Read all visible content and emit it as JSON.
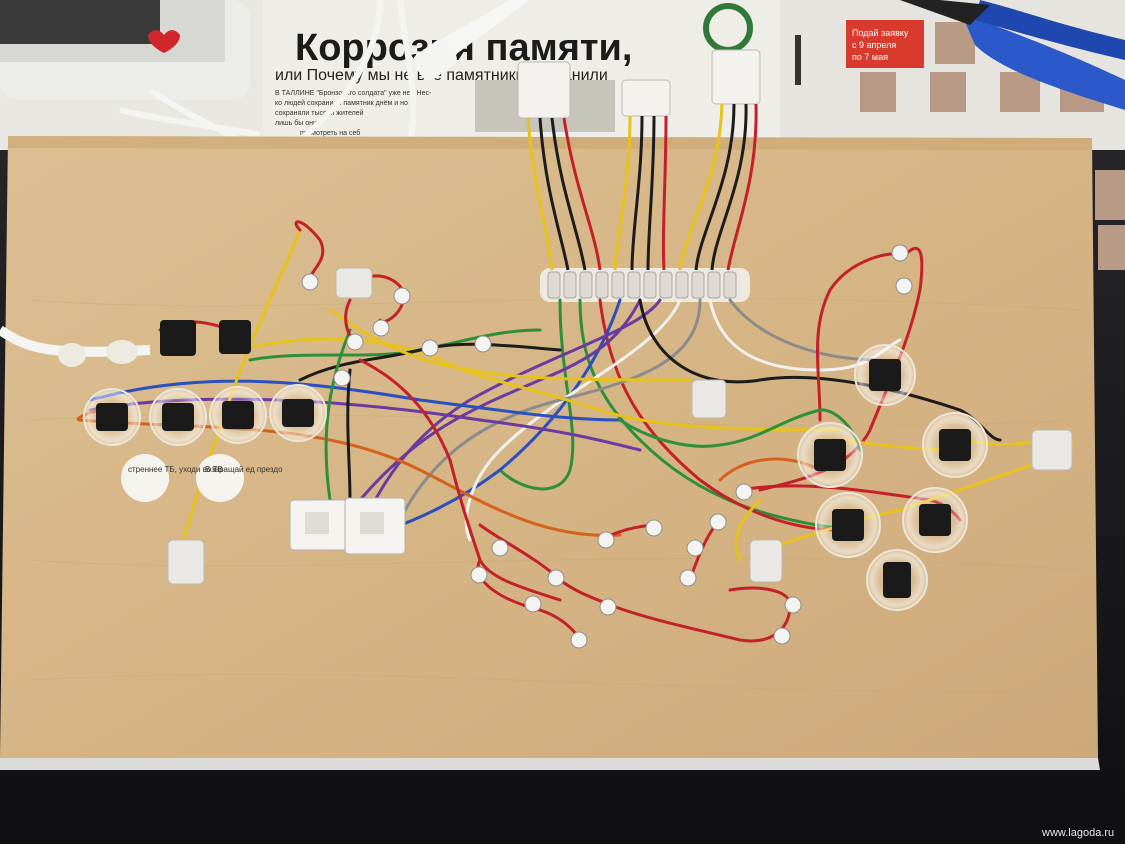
{
  "photo": {
    "subject": "plywood board with arcade buttons and wiring",
    "watermark": "www.lagoda.ru"
  },
  "newspaper": {
    "headline": "Коррозия памяти,",
    "subheadline": "или Почему мы не все памятники сохранили",
    "snippet_1": "В ТАЛЛИНЕ \"Бронзового солдата\" уже нет. Нес-",
    "snippet_2": "ко людей сохранили памятник днём и но",
    "snippet_3": "сохраняли тысячи жителей",
    "snippet_4": "лишь бы они",
    "snippet_5": "посмотреть на себ",
    "ad_text_1": "Подай заявку",
    "ad_text_2": "с 9 апреля",
    "ad_text_3": "по 7 мая"
  },
  "stickers": {
    "left_1": "стреннее ТБ, уходи возвращай ед прездо",
    "left_2": "В ТВ"
  },
  "colors": {
    "plywood": "#d9b98a",
    "plywood_dark": "#c9a572",
    "wire_red": "#c4202a",
    "wire_yellow": "#e6c21a",
    "wire_black": "#1c1c1c",
    "wire_green": "#2c8f3a",
    "wire_blue": "#2a4fc0",
    "wire_purple": "#6a3aa0",
    "wire_white": "#f1f1ef",
    "wire_grey": "#8b8b8b",
    "wire_orange": "#d4621c",
    "button_black": "#1a1a1a"
  }
}
